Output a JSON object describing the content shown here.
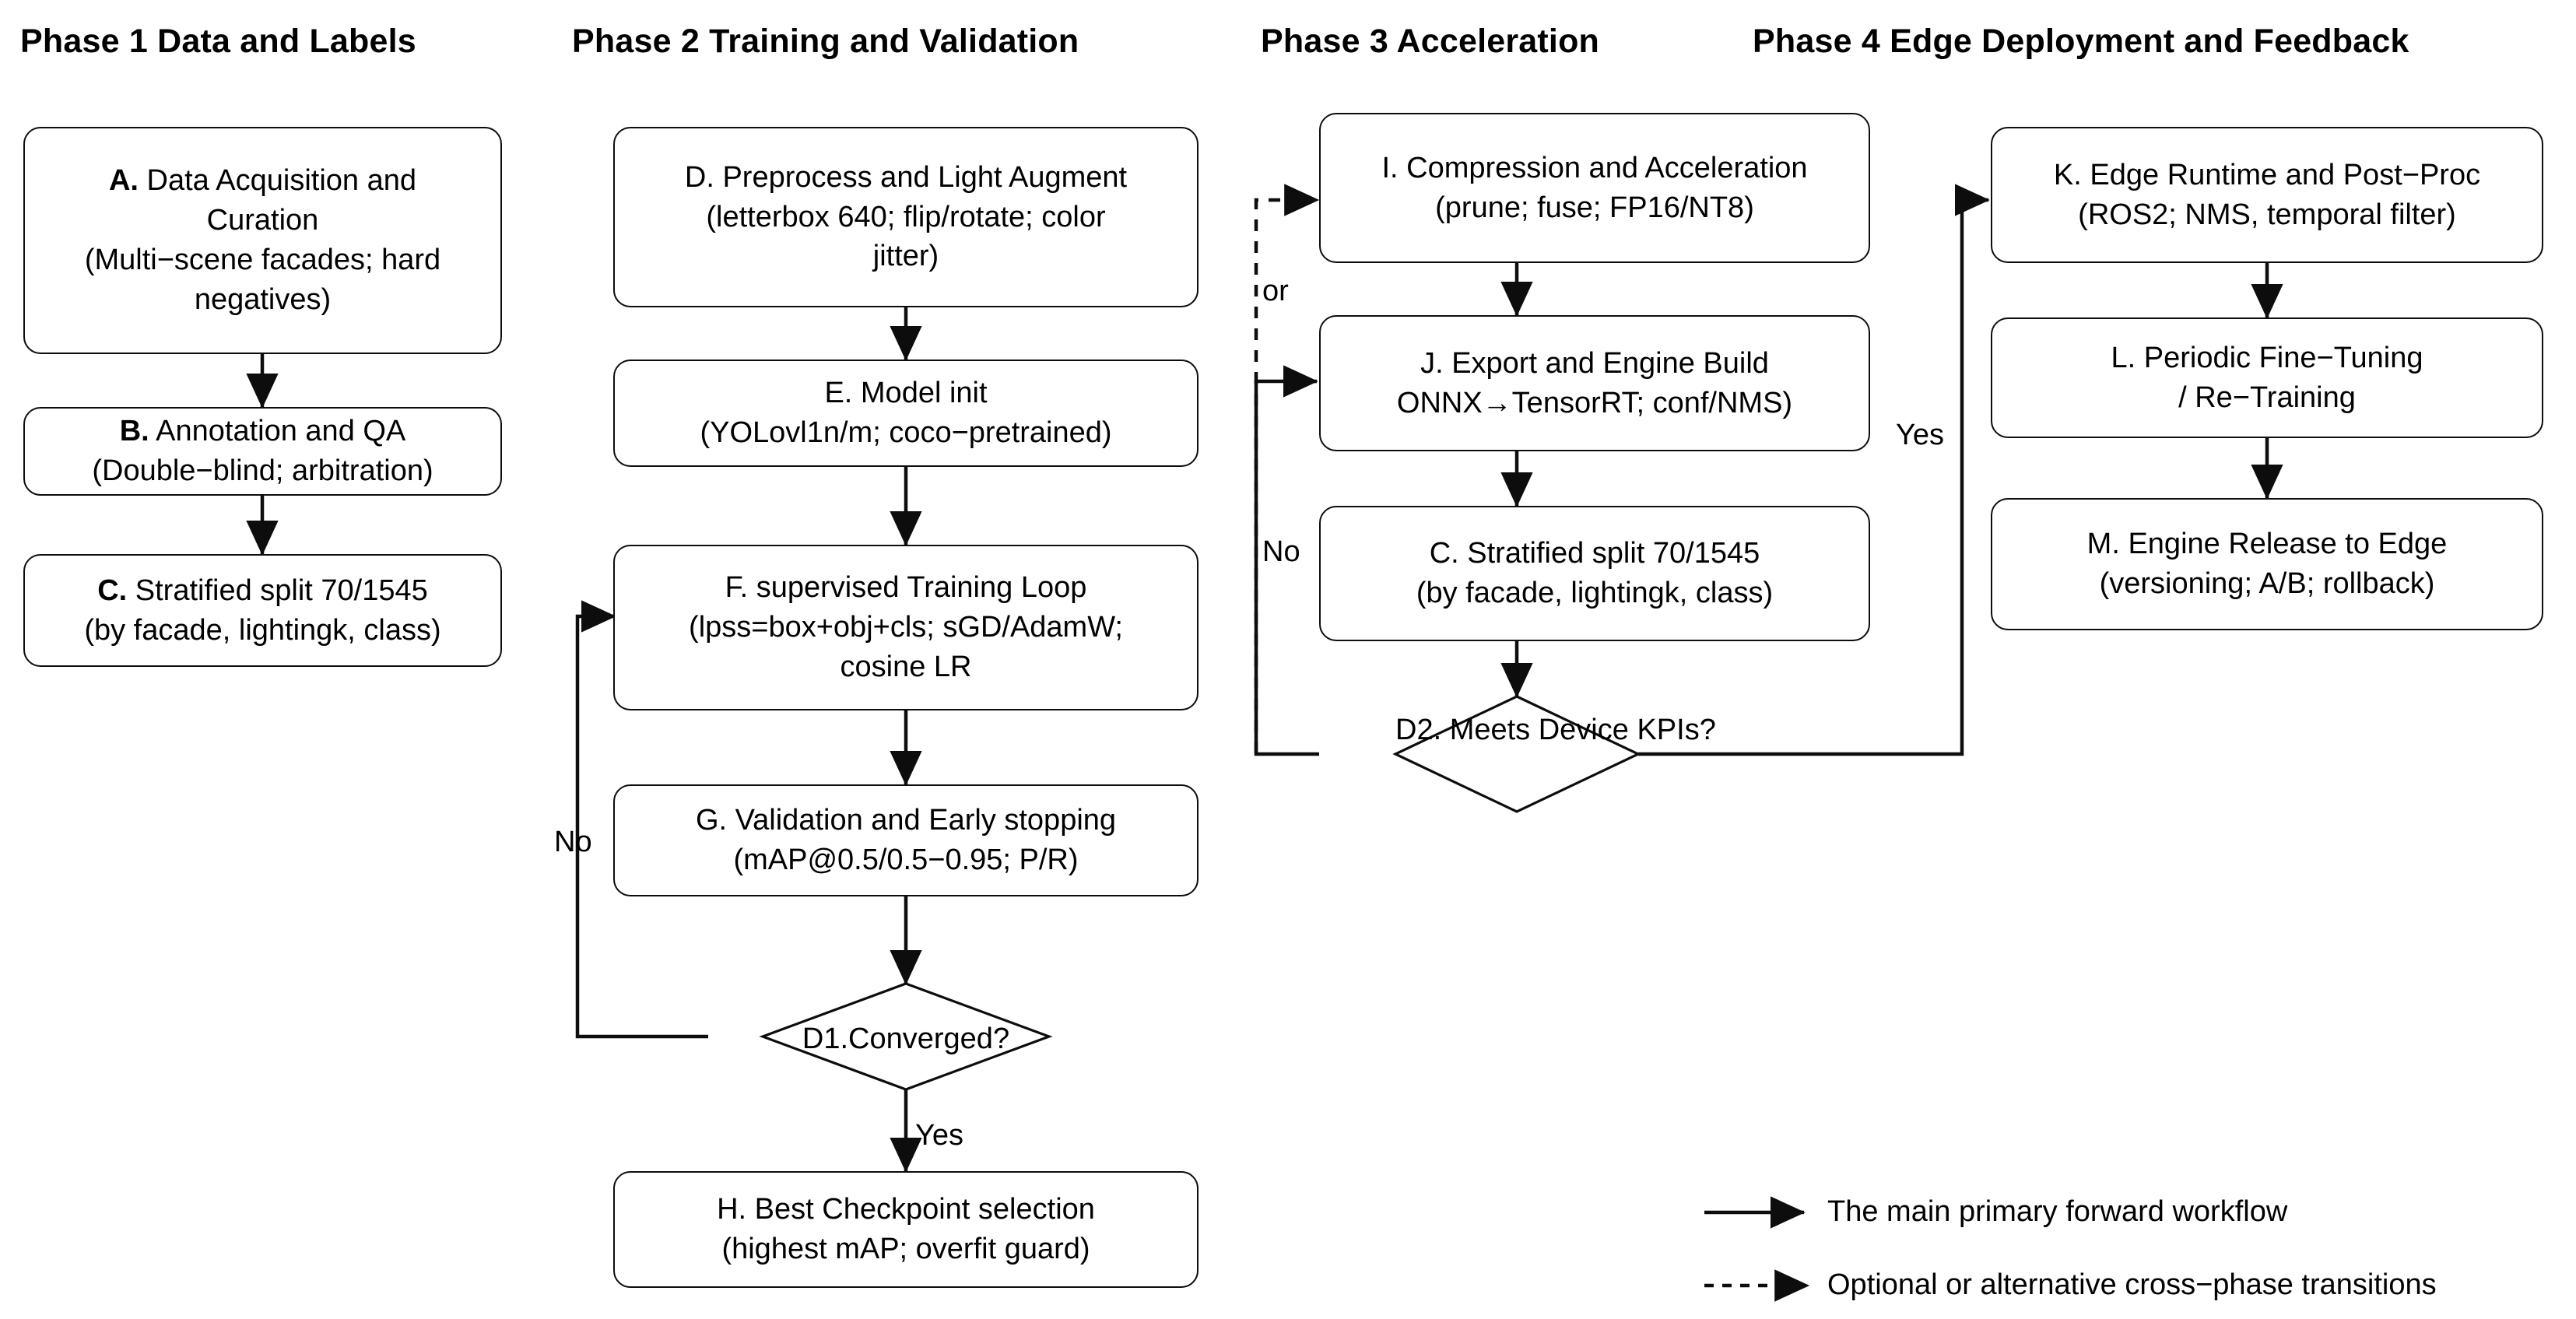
{
  "phases": [
    {
      "id": "phase1",
      "title": "Phase 1 Data and Labels"
    },
    {
      "id": "phase2",
      "title": "Phase 2 Training and Validation"
    },
    {
      "id": "phase3",
      "title": "Phase 3 Acceleration"
    },
    {
      "id": "phase4",
      "title": "Phase 4 Edge Deployment and Feedback"
    }
  ],
  "nodes": {
    "A": {
      "key": "A.",
      "title": "Data Acquisition and",
      "line2": "Curation",
      "line3": "(Multi−scene facades; hard",
      "line4": "negatives)"
    },
    "B": {
      "key": "B.",
      "title": "Annotation and QA",
      "line2": "(Double−blind; arbitration)"
    },
    "C1": {
      "key": "C.",
      "title": "Stratified split 70/1545",
      "line2": "(by facade, lightingk, class)"
    },
    "D": {
      "key": "D.",
      "title": "Preprocess and Light Augment",
      "line2": "(letterbox 640; flip/rotate; color",
      "line3": "jitter)"
    },
    "E": {
      "key": "E.",
      "title": "Model init",
      "line2": "(YOLovl1n/m; coco−pretrained)"
    },
    "F": {
      "key": "F.",
      "title": "supervised Training Loop",
      "line2": "(lpss=box+obj+cls; sGD/AdamW;",
      "line3": "cosine LR"
    },
    "G": {
      "key": "G.",
      "title": "Validation and Early stopping",
      "line2": "(mAP@0.5/0.5−0.95; P/R)"
    },
    "H": {
      "key": "H.",
      "title": "Best Checkpoint selection",
      "line2": "(highest mAP; overfit guard)"
    },
    "I": {
      "key": "I.",
      "title": "Compression and Acceleration",
      "line2": "(prune; fuse; FP16/NT8)"
    },
    "J": {
      "key": "J.",
      "title": "Export and Engine Build",
      "line2": "ONNX→TensorRT; conf/NMS)"
    },
    "C2": {
      "key": "C.",
      "title": "Stratified split 70/1545",
      "line2": "(by facade, lightingk, class)"
    },
    "K": {
      "key": "K.",
      "title": "Edge Runtime and Post−Proc",
      "line2": "(ROS2; NMS, temporal filter)"
    },
    "L": {
      "key": "L.",
      "title": "Periodic Fine−Tuning",
      "line2": "/ Re−Training"
    },
    "M": {
      "key": "M.",
      "title": "Engine Release to Edge",
      "line2": "(versioning; A/B; rollback)"
    }
  },
  "decisions": {
    "D1": {
      "line1": "D1.Converged?",
      "line2": ""
    },
    "D2": {
      "line1": "D2. Meets",
      "line2": "Device KPIs?"
    }
  },
  "edge_labels": {
    "d1_no": "No",
    "d1_yes": "Yes",
    "d2_no": "No",
    "d2_yes": "Yes",
    "or": "or"
  },
  "legend": {
    "solid": "The main primary forward workflow",
    "dashed": "Optional or alternative cross−phase transitions"
  },
  "colors": {
    "stroke": "#0d0d0d",
    "text": "#000000",
    "background": "#ffffff"
  }
}
